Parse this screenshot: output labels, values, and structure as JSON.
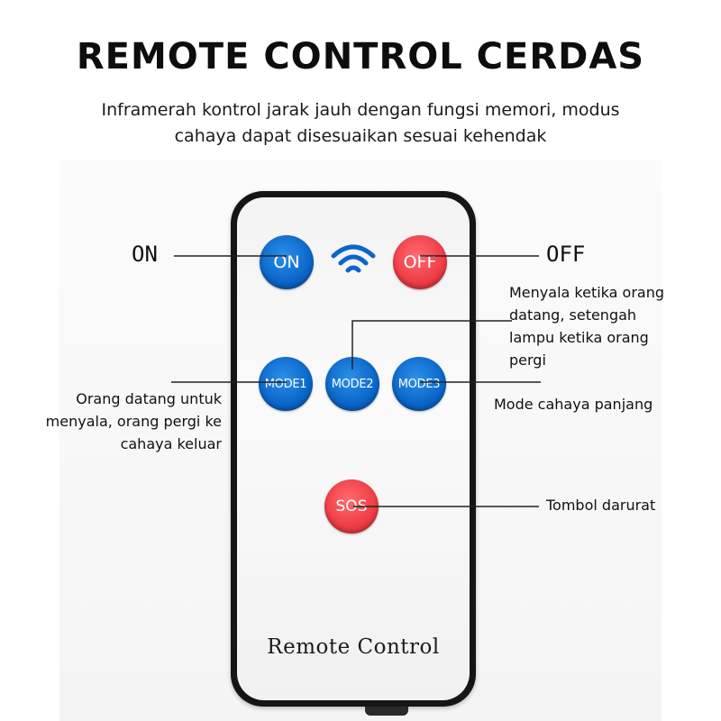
{
  "title": "REMOTE CONTROL CERDAS",
  "subtitle": {
    "line1": "Inframerah kontrol jarak jauh dengan fungsi memori, modus",
    "line2": "cahaya dapat disesuaikan sesuai kehendak"
  },
  "remote": {
    "caption": "Remote Control",
    "buttons": {
      "on": "ON",
      "off": "OFF",
      "mode1": "MODE1",
      "mode2": "MODE2",
      "mode3": "MODE3",
      "sos": "SOS"
    },
    "signal_icon": "wifi-signal-icon"
  },
  "callouts": {
    "on": "ON",
    "off": "OFF",
    "mode2": {
      "line1": "Menyala ketika orang",
      "line2": "datang, setengah",
      "line3": "lampu ketika orang",
      "line4": "pergi"
    },
    "mode1": {
      "line1": "Orang datang untuk",
      "line2": "menyala, orang pergi ke",
      "line3": "cahaya keluar"
    },
    "mode3": "Mode cahaya panjang",
    "sos": "Tombol darurat"
  },
  "colors": {
    "button_blue": "#0a66c9",
    "button_red": "#ee3c44",
    "remote_body": "#151515"
  }
}
